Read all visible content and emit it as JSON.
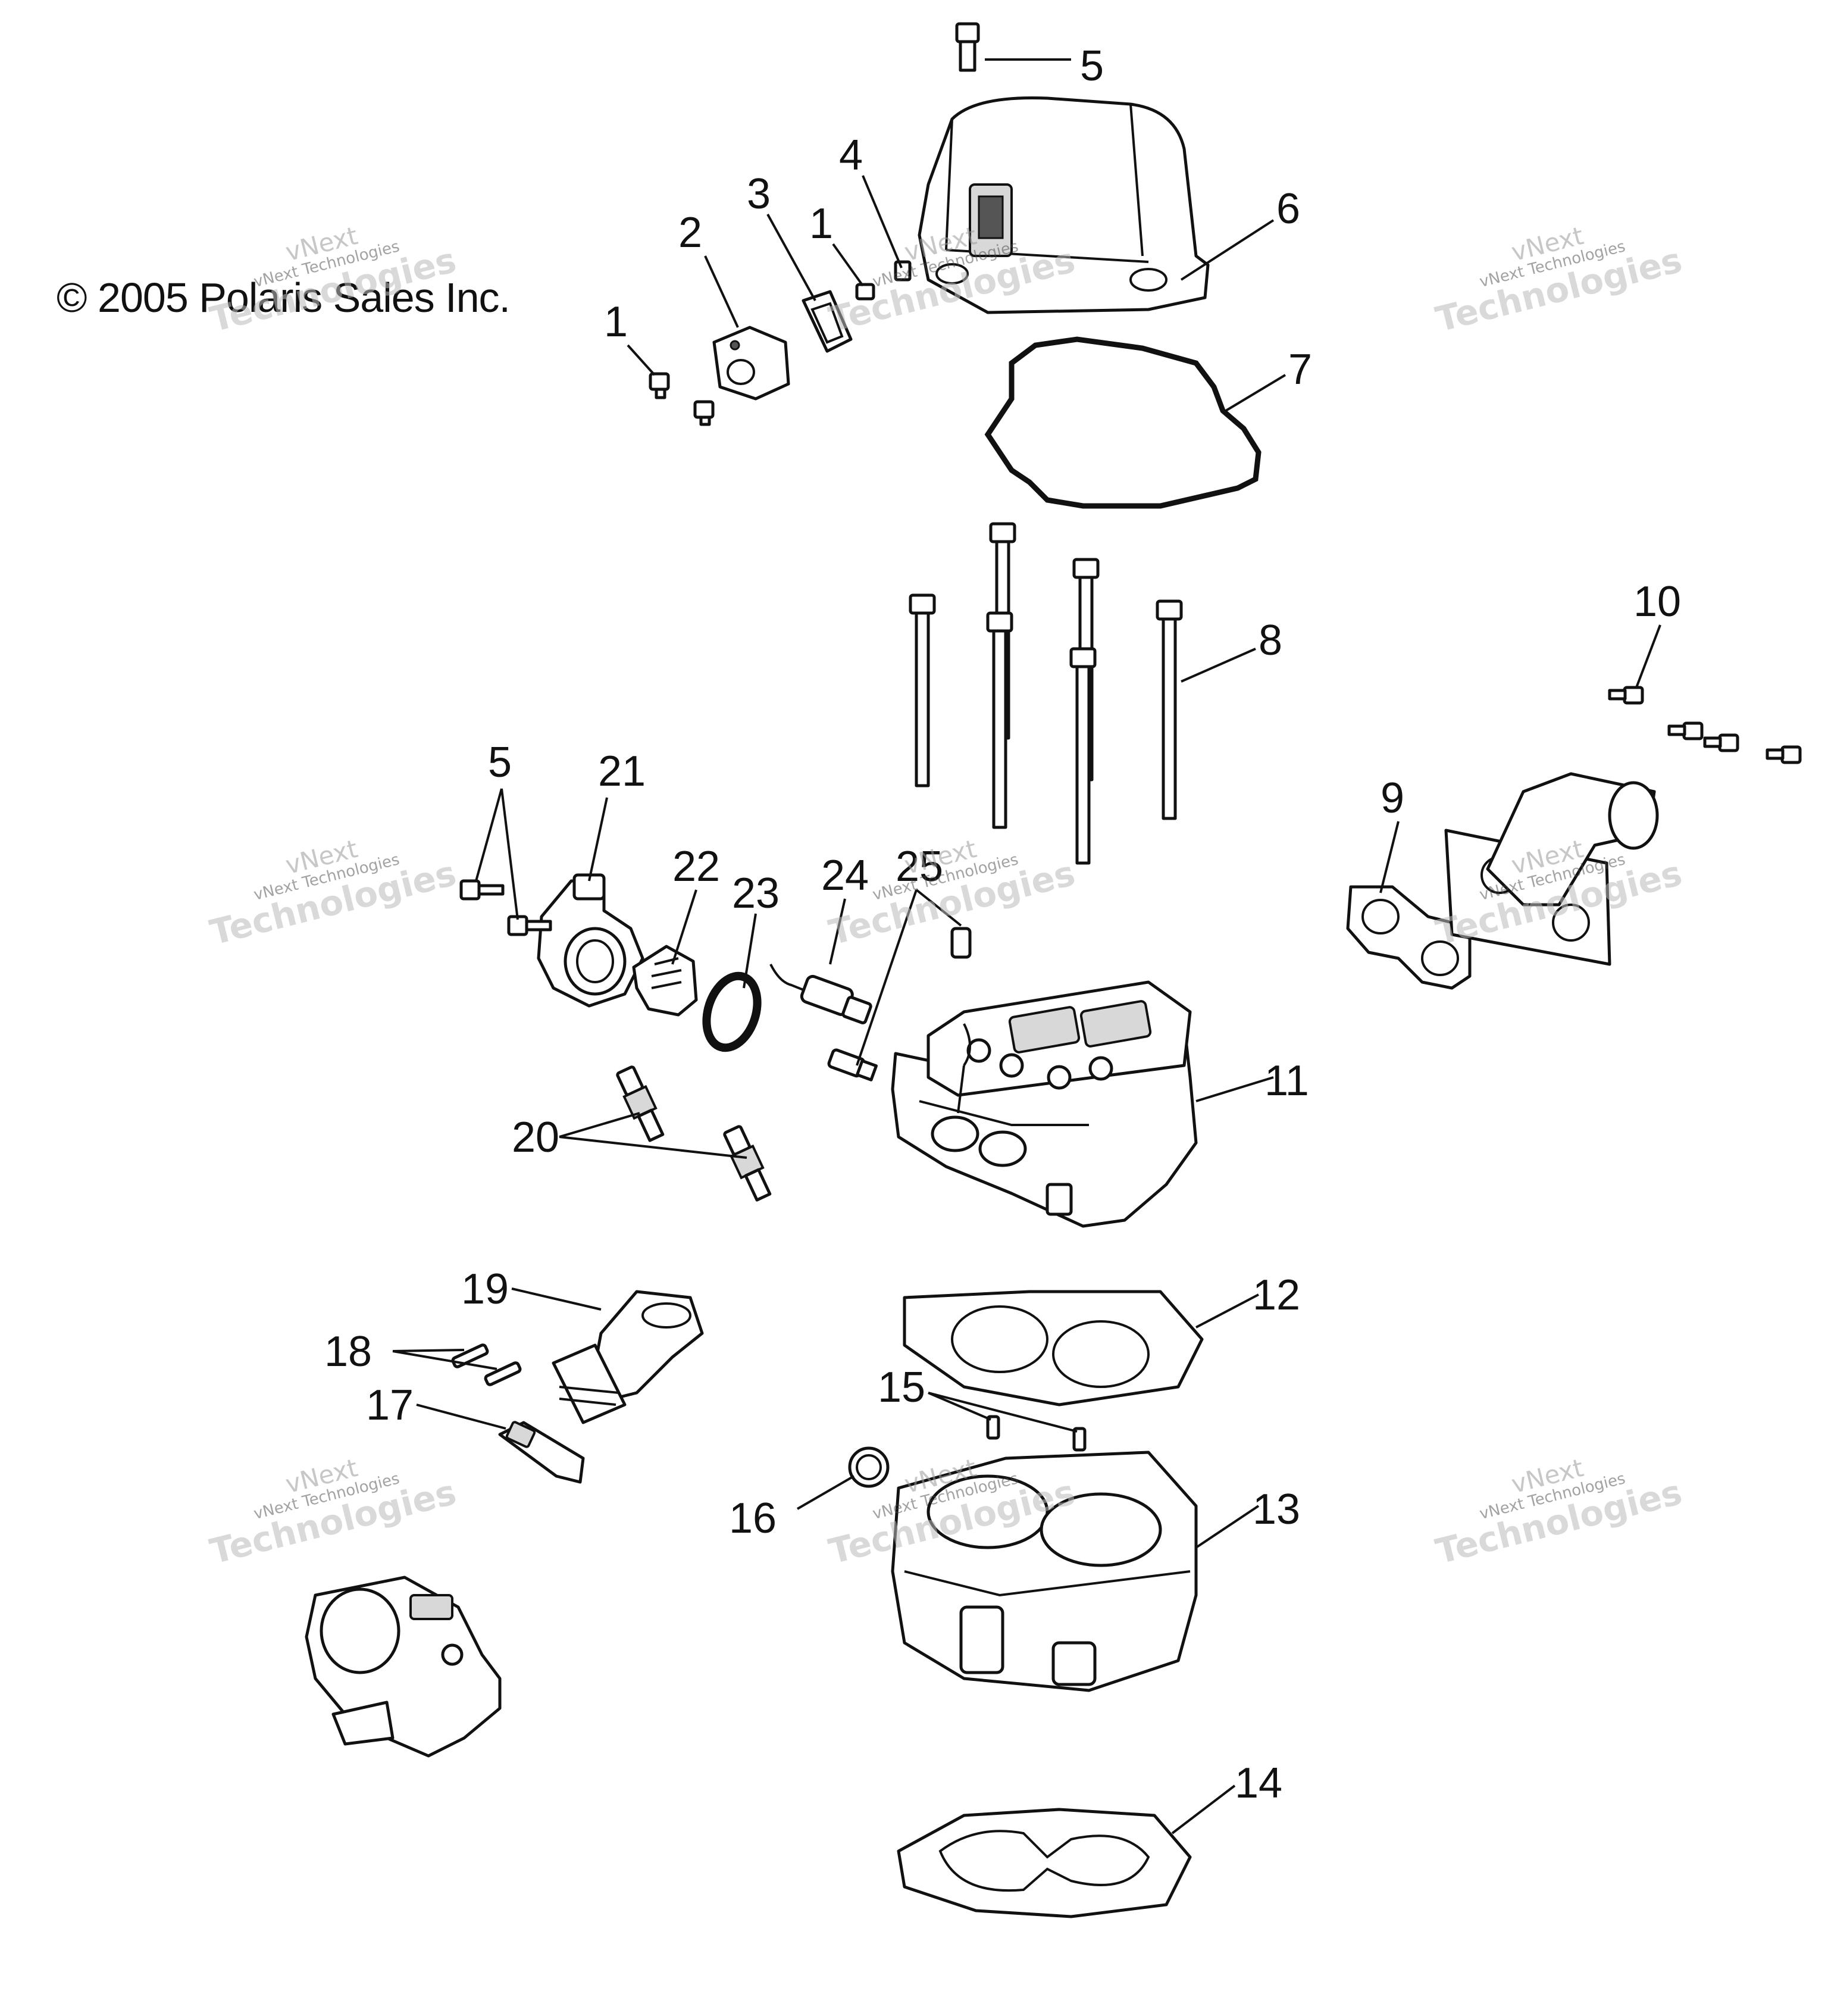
{
  "copyright": "© 2005 Polaris Sales Inc.",
  "watermark": {
    "line1": "vNext",
    "line2": "vNext Technologies",
    "line3": "Technologies"
  },
  "callouts": {
    "c1a": "1",
    "c1b": "1",
    "c2": "2",
    "c3": "3",
    "c4": "4",
    "c5a": "5",
    "c5b": "5",
    "c6": "6",
    "c7": "7",
    "c8": "8",
    "c9": "9",
    "c10": "10",
    "c11": "11",
    "c12": "12",
    "c13": "13",
    "c14": "14",
    "c15": "15",
    "c16": "16",
    "c17": "17",
    "c18": "18",
    "c19": "19",
    "c20": "20",
    "c21": "21",
    "c22": "22",
    "c23": "23",
    "c24": "24",
    "c25": "25"
  }
}
